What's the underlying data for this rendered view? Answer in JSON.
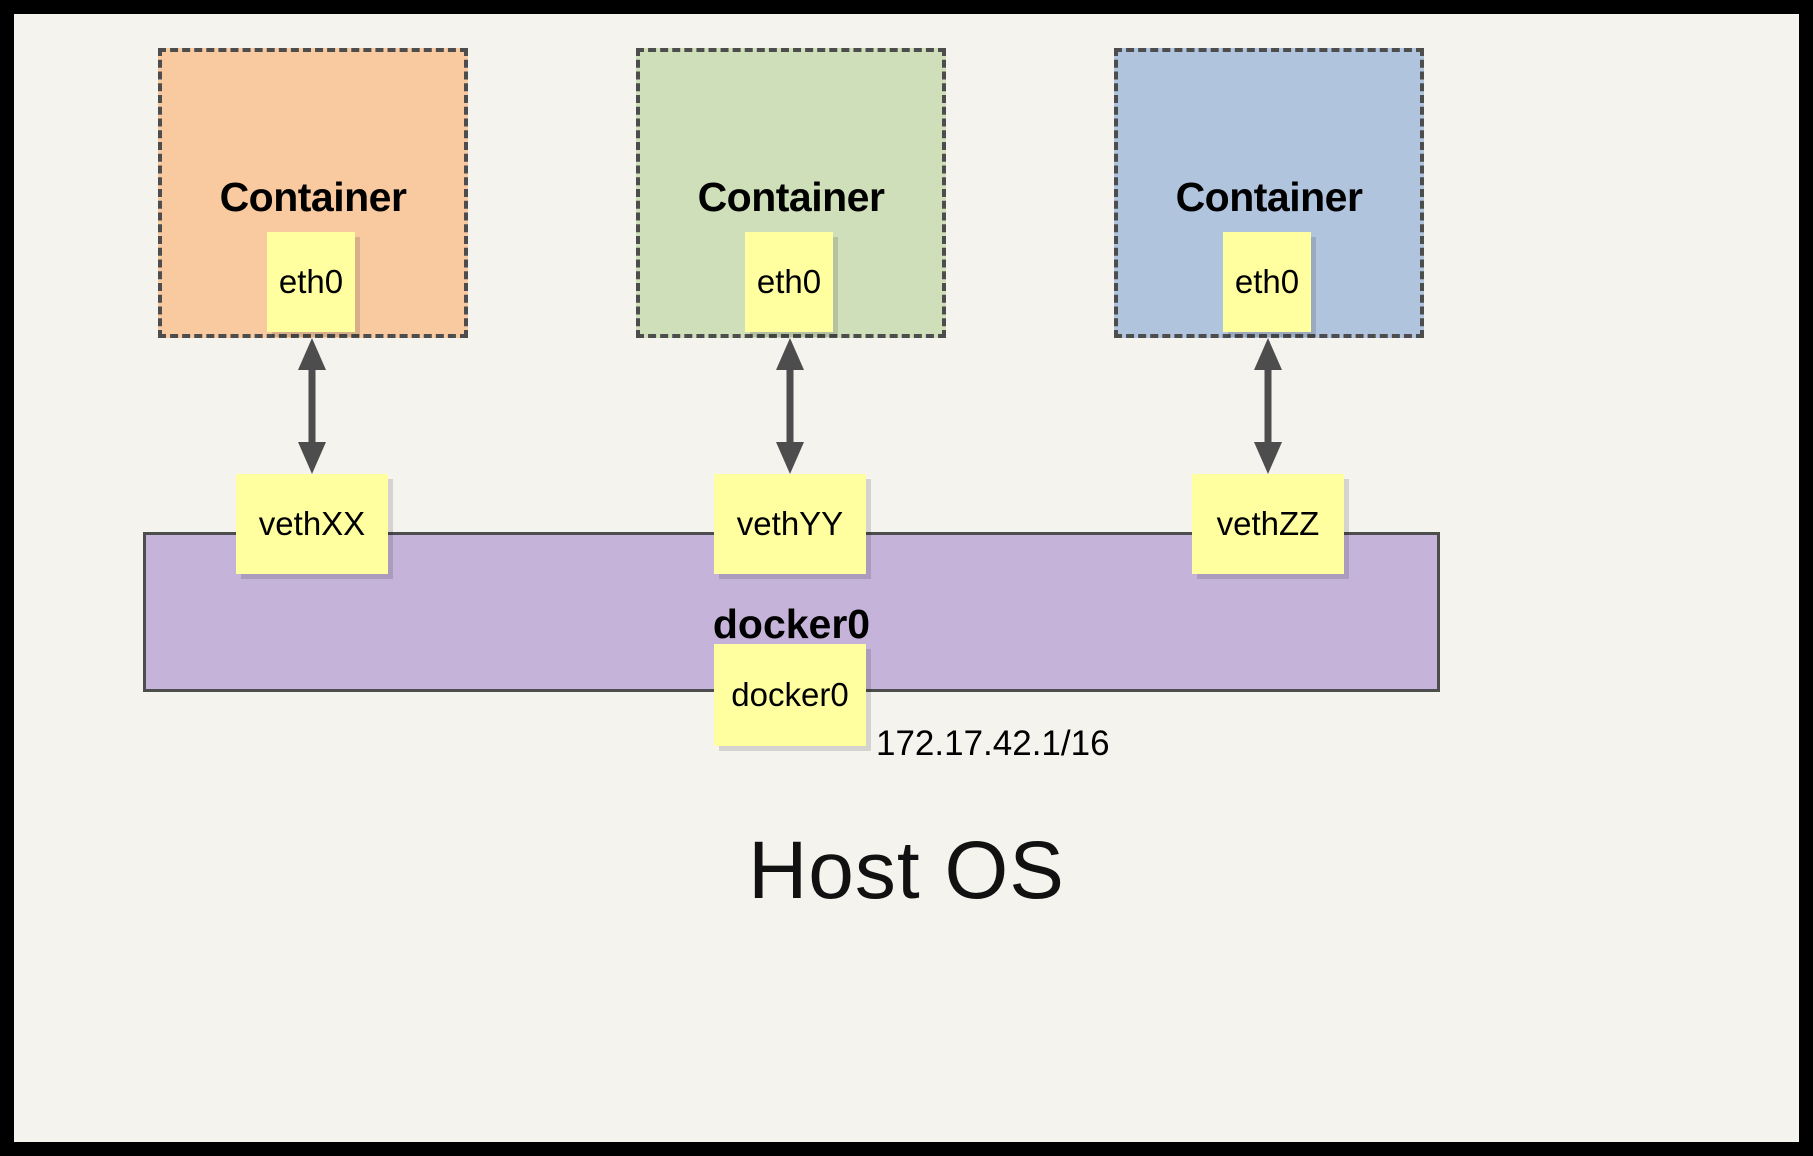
{
  "diagram": {
    "title_bottom": "Host OS",
    "bridge": {
      "name": "docker0",
      "port_label": "docker0",
      "ip_address": "172.17.42.1/16",
      "color": "#c5b3d9"
    },
    "containers": [
      {
        "label": "Container",
        "interface": "eth0",
        "veth": "vethXX",
        "color": "#f9c9a0"
      },
      {
        "label": "Container",
        "interface": "eth0",
        "veth": "vethYY",
        "color": "#cfdfba"
      },
      {
        "label": "Container",
        "interface": "eth0",
        "veth": "vethZZ",
        "color": "#b0c4de"
      }
    ],
    "colors": {
      "background": "#f5f3ee",
      "frame": "#000000",
      "note": "#ffffa0",
      "stroke": "#4d4d4d",
      "container_1": "#f9c9a0",
      "container_2": "#cfdfba",
      "container_3": "#b0c4de",
      "bridge": "#c5b3d9"
    }
  }
}
